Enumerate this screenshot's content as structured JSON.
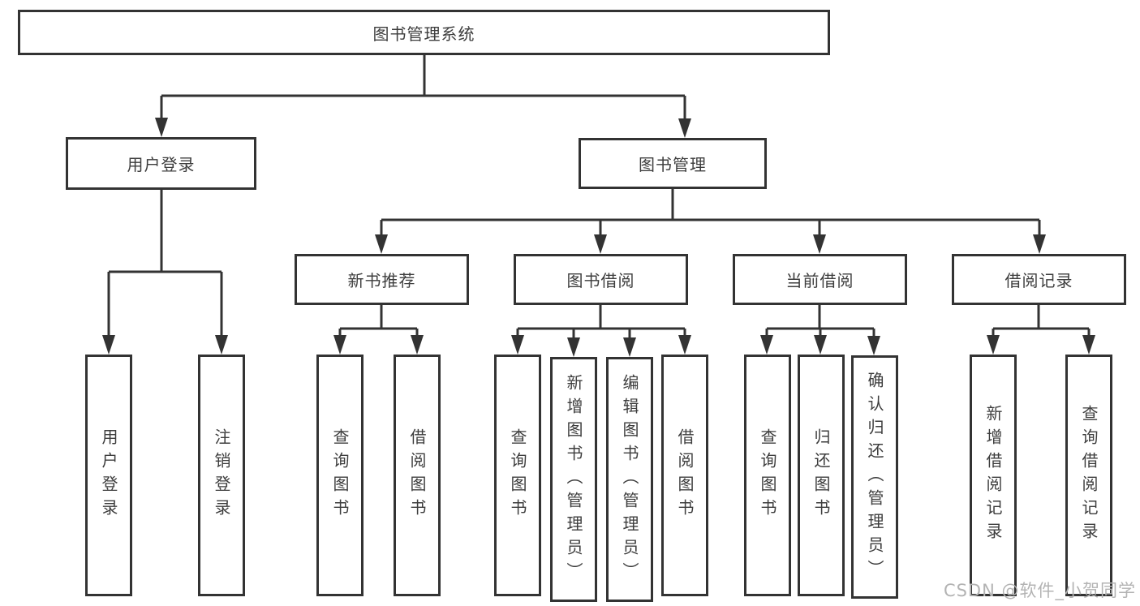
{
  "diagram": {
    "root": {
      "label": "图书管理系统"
    },
    "branches": {
      "user_login": {
        "label": "用户登录",
        "children": [
          {
            "label": "用户登录"
          },
          {
            "label": "注销登录"
          }
        ]
      },
      "book_management": {
        "label": "图书管理",
        "children": [
          {
            "label": "新书推荐",
            "children": [
              {
                "label": "查询图书"
              },
              {
                "label": "借阅图书"
              }
            ]
          },
          {
            "label": "图书借阅",
            "children": [
              {
                "label": "查询图书"
              },
              {
                "label": "新增图书（管理员）"
              },
              {
                "label": "编辑图书（管理员）"
              },
              {
                "label": "借阅图书"
              }
            ]
          },
          {
            "label": "当前借阅",
            "children": [
              {
                "label": "查询图书"
              },
              {
                "label": "归还图书"
              },
              {
                "label": "确认归还（管理员）"
              }
            ]
          },
          {
            "label": "借阅记录",
            "children": [
              {
                "label": "新增借阅记录"
              },
              {
                "label": "查询借阅记录"
              }
            ]
          }
        ]
      }
    }
  },
  "watermark": {
    "text": "CSDN @软件_小贺同学"
  },
  "colors": {
    "line": "#333333",
    "box_border": "#333333",
    "box_background": "#ffffff",
    "text": "#3d3d3d",
    "watermark": "#b3b3b3",
    "page_background": "#ffffff"
  }
}
